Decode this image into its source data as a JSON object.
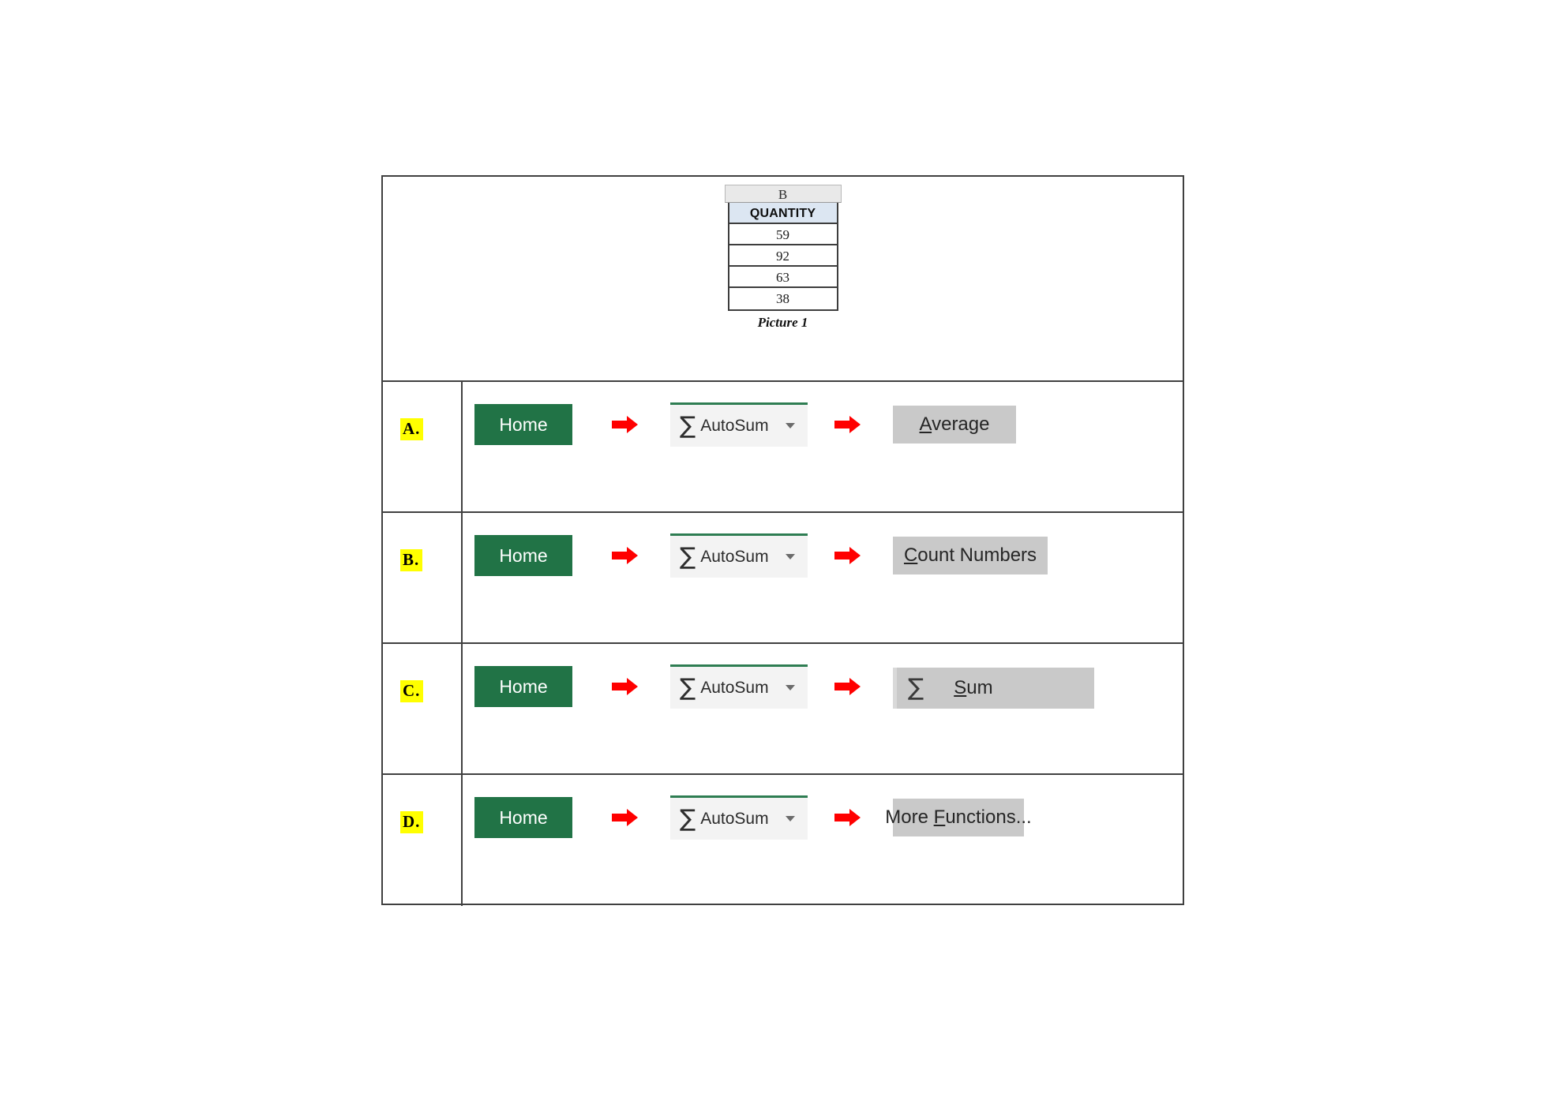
{
  "picture": {
    "caption": "Picture 1",
    "column_letter": "B",
    "header": "QUANTITY",
    "values": [
      "59",
      "92",
      "63",
      "38"
    ]
  },
  "options": [
    {
      "letter": "A.",
      "home_label": "Home",
      "autosum_label": "AutoSum",
      "sigma": "∑",
      "result_prefix": "A",
      "result_rest": "verage",
      "result_full": "Average"
    },
    {
      "letter": "B.",
      "home_label": "Home",
      "autosum_label": "AutoSum",
      "sigma": "∑",
      "result_prefix": "C",
      "result_rest": "ount Numbers",
      "result_full": "Count Numbers"
    },
    {
      "letter": "C.",
      "home_label": "Home",
      "autosum_label": "AutoSum",
      "sigma": "∑",
      "result_prefix": "S",
      "result_rest": "um",
      "result_full": "Sum"
    },
    {
      "letter": "D.",
      "home_label": "Home",
      "autosum_label": "AutoSum",
      "sigma": "∑",
      "result_prefix": "F",
      "result_rest": "unctions...",
      "result_pre_text": "More ",
      "result_full": "More Functions..."
    }
  ],
  "colors": {
    "excel_green": "#217346",
    "autosum_accent": "#2e7d52",
    "arrow_red": "#FF0000",
    "highlight_yellow": "#FFFF00",
    "menu_gray": "#c9c9c9",
    "header_blue": "#dce6f2"
  }
}
